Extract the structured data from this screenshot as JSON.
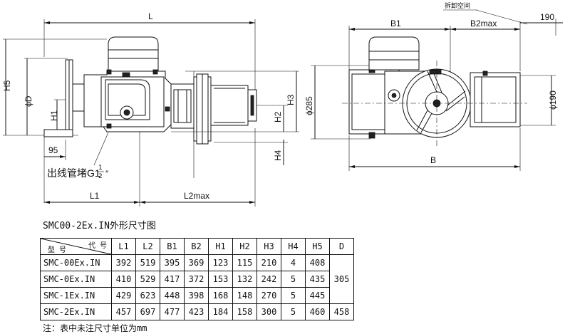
{
  "dims": {
    "L": "L",
    "H5": "H5",
    "D": "ϕD",
    "H1": "H1",
    "d95": "95",
    "outlet": "出线管堵G1",
    "half_num": "1",
    "half_den": "2",
    "inch": "″",
    "L1": "L1",
    "L2max": "L2max",
    "H2": "H2",
    "H3": "H3",
    "H4": "H4",
    "B1": "B1",
    "B2max": "B2max",
    "B": "B",
    "phi285": "ϕ285",
    "phi190": "ϕ190",
    "d190": "190",
    "disassembly": "拆卸空间"
  },
  "table": {
    "title": "SMC00-2Ex.IN外形尺寸图",
    "corner_code": "代 号",
    "corner_model": "型 号",
    "headers": [
      "L1",
      "L2",
      "B1",
      "B2",
      "H1",
      "H2",
      "H3",
      "H4",
      "H5",
      "D"
    ],
    "rows": [
      {
        "model": "SMC-00Ex.IN",
        "values": [
          "392",
          "519",
          "395",
          "369",
          "123",
          "115",
          "210",
          "4",
          "408"
        ]
      },
      {
        "model": "SMC-0Ex.IN",
        "values": [
          "410",
          "529",
          "417",
          "372",
          "153",
          "132",
          "242",
          "5",
          "435"
        ]
      },
      {
        "model": "SMC-1Ex.IN",
        "values": [
          "429",
          "623",
          "448",
          "398",
          "168",
          "148",
          "270",
          "5",
          "445"
        ]
      },
      {
        "model": "SMC-2Ex.IN",
        "values": [
          "457",
          "697",
          "477",
          "423",
          "184",
          "158",
          "300",
          "5",
          "460"
        ]
      }
    ],
    "d_merged": "305",
    "d_last": "458"
  },
  "note": "注：表中未注尺寸单位为mm"
}
